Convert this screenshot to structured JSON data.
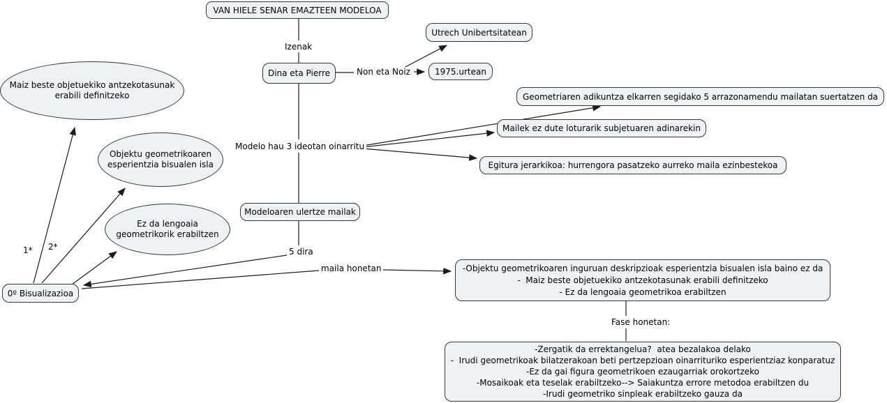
{
  "colors": {
    "node_fill": "#edf3f4",
    "node_border": "#363636",
    "line": "#1c1c1c",
    "background": "#ffffff",
    "text": "#000000"
  },
  "map": {
    "title": "VAN HIELE SENAR EMAZTEEN MODELOA",
    "link_izenak": "Izenak",
    "authors": "Dina eta Pierre",
    "link_non_eta_noiz": "Non eta Noiz",
    "university": "Utrech Unibertsitatean",
    "year": "1975.urtean",
    "link_ideas": "Modelo hau 3 ideotan oinarritu",
    "idea_levels": "Geometriaren adikuntza elkarren segidako 5 arrazonamendu mailatan suertatzen da",
    "idea_age": "Mailek ez dute loturarik subjetuaren adinarekin",
    "idea_hierarchy": "Egitura jerarkikoa: hurrengora pasatzeko aurreko maila ezinbestekoa",
    "levels_node": "Modeloaren ulertze mailak",
    "link_5_dira": "5 dira",
    "level0": "0º Bisualizazioa",
    "ref1": "1*",
    "ref2": "2*",
    "link_maila_honetan": "maila honetan",
    "ellipse_similarities": {
      "line1": "Maiz beste objetuekiko antzekotasunak",
      "line2": "erabili definitzeko"
    },
    "ellipse_visual": {
      "line1": "Objektu geometrikoaren",
      "line2": "esperientzia bisualen isla"
    },
    "ellipse_language": {
      "line1": "Ez da lengoaia",
      "line2": "geometrikorik erabiltzen"
    },
    "level0_description": {
      "line1": "-Objektu geometrikoaren inguruan deskripzioak esperientzia bisualen isla baino ez da",
      "line2": "-  Maiz beste objetuekiko antzekotasunak erabili definitzeko",
      "line3": "- Ez da lengoaia geometrikoa erabiltzen"
    },
    "link_fase_honetan": "Fase honetan:",
    "phase_description": {
      "line1": "-Zergatik da errektangelua?  atea bezalakoa delako",
      "line2": "-  Irudi geometrikoak bilatzerakoan beti pertzepzioan oinarrituriko esperientziaz konparatuz",
      "line3": "-Ez da gai figura geometrikoen ezaugarriak orokortzeko",
      "line4": "-Mosaikoak eta teselak erabiltzeko--> Saiakuntza errore metodoa erabiltzen du",
      "line5": "-Irudi geometriko sinpleak erabiltzeko gauza da"
    }
  }
}
